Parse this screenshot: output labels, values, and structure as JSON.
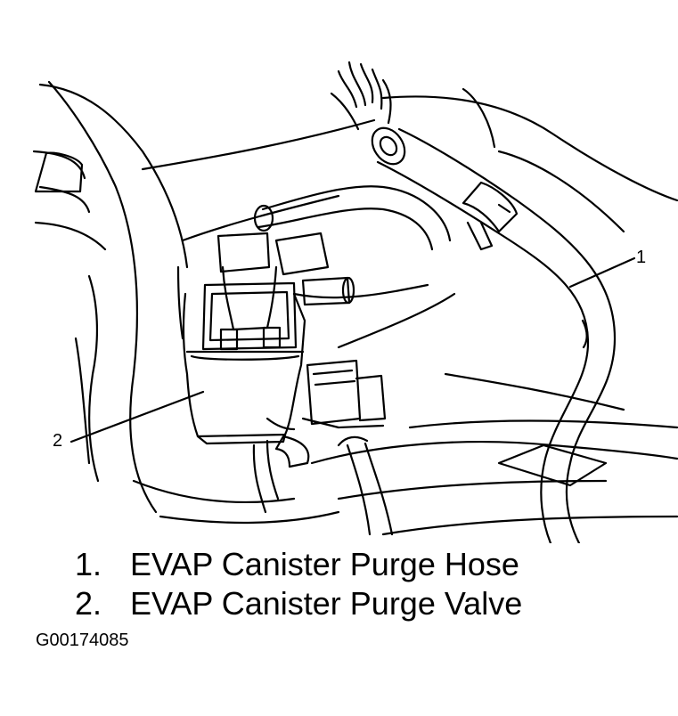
{
  "callouts": {
    "hose_number": "1",
    "valve_number": "2"
  },
  "legend": [
    {
      "number": "1.",
      "label": "EVAP Canister Purge Hose"
    },
    {
      "number": "2.",
      "label": "EVAP Canister Purge Valve"
    }
  ],
  "figure_code": "G00174085"
}
